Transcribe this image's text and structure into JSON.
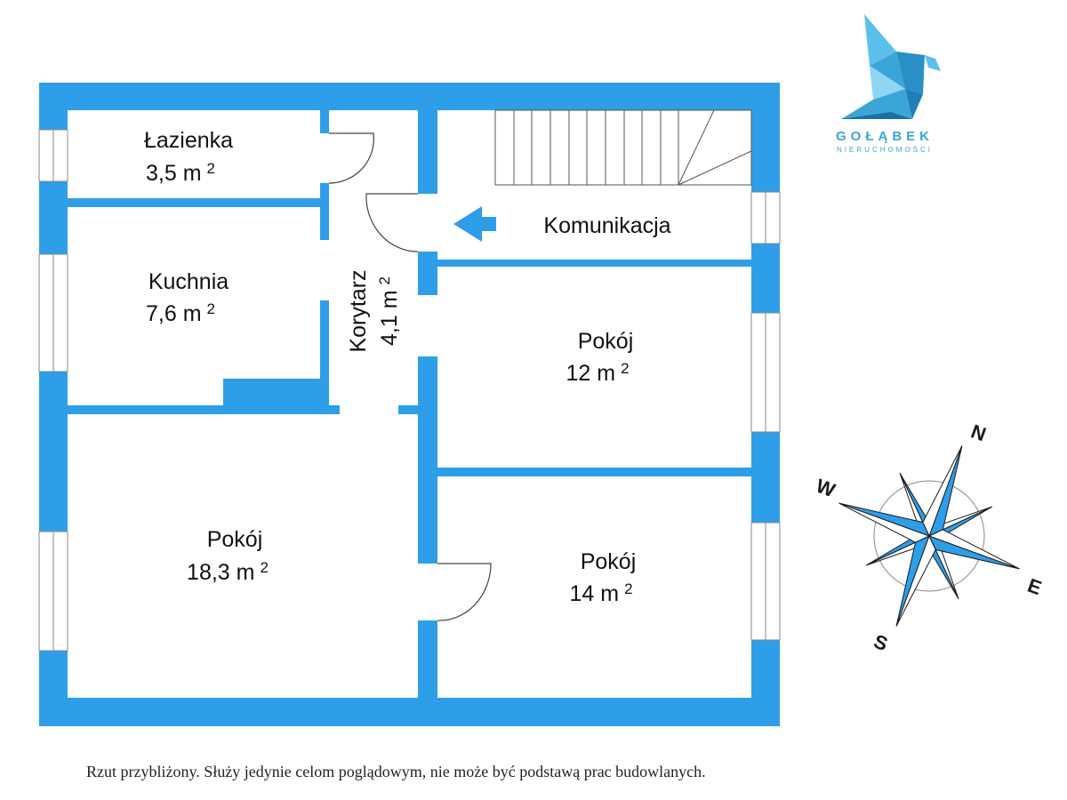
{
  "rooms": {
    "lazienka": {
      "name": "Łazienka",
      "area": "3,5 m",
      "sup": "2"
    },
    "kuchnia": {
      "name": "Kuchnia",
      "area": "7,6 m",
      "sup": "2"
    },
    "korytarz": {
      "name": "Korytarz",
      "area": "4,1 m",
      "sup": "2"
    },
    "komunikacja": {
      "name": "Komunikacja"
    },
    "pokoj_12": {
      "name": "Pokój",
      "area": "12 m",
      "sup": "2"
    },
    "pokoj_18": {
      "name": "Pokój",
      "area": "18,3 m",
      "sup": "2"
    },
    "pokoj_14": {
      "name": "Pokój",
      "area": "14 m",
      "sup": "2"
    }
  },
  "logo": {
    "title": "GOŁĄBEK",
    "subtitle": "NIERUCHOMOŚCI"
  },
  "compass": {
    "n": "N",
    "e": "E",
    "s": "S",
    "w": "W"
  },
  "footnote": "Rzut przybliżony. Służy jedynie celom poglądowym, nie może być podstawą prac budowlanych.",
  "colors": {
    "wall": "#2e9ee8",
    "logo": "#3aa6d6"
  }
}
